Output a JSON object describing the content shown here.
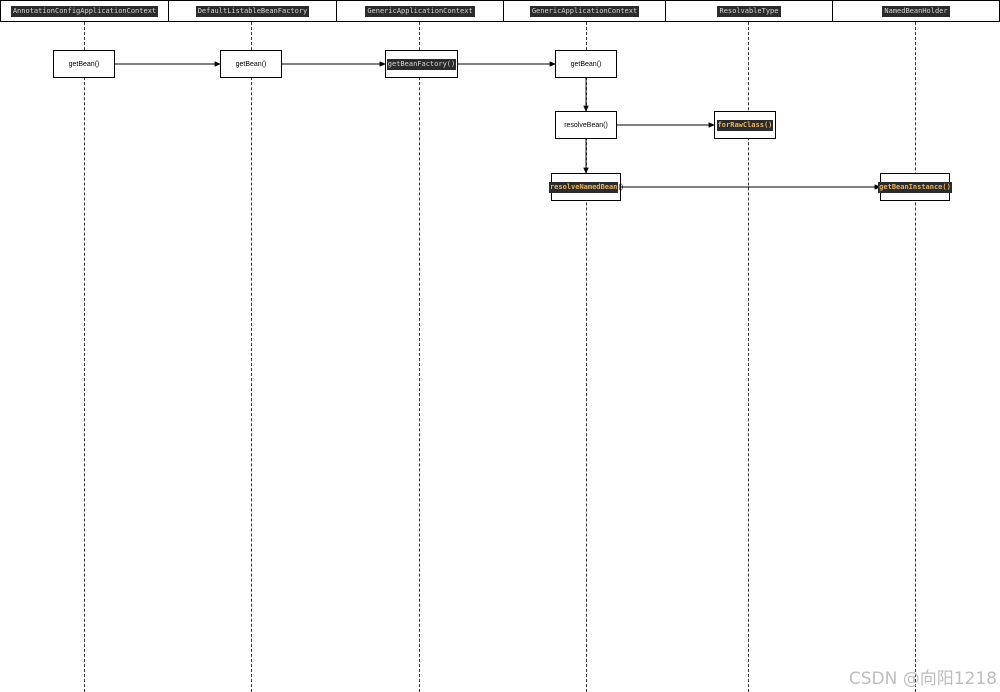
{
  "headers": [
    "AnnotationConfigApplicationContext",
    "DefaultListableBeanFactory",
    "GenericApplicationContext",
    "GenericApplicationContext",
    "ResolvableType",
    "NamedBeanHolder"
  ],
  "nodes": {
    "acac_getbean": "getBean()",
    "dlbf_getbean": "getBean()",
    "gac_getbeanfactory": "getBeanFactory()",
    "gac2_getbean": "getBean()",
    "gac2_resolvebean": "resolveBean()",
    "rt_forrawclass": "forRawClass()",
    "gac2_resolvenamedbean": "resolveNamedBean",
    "gac2_resolvenamedbean_paren": "()",
    "nbh_getbeaninstance": "getBeanInstance()"
  },
  "watermark": "CSDN @向阳1218",
  "colors": {
    "code_bg": "#2b2b2b",
    "code_highlight": "#e8b562",
    "line": "#000000"
  }
}
